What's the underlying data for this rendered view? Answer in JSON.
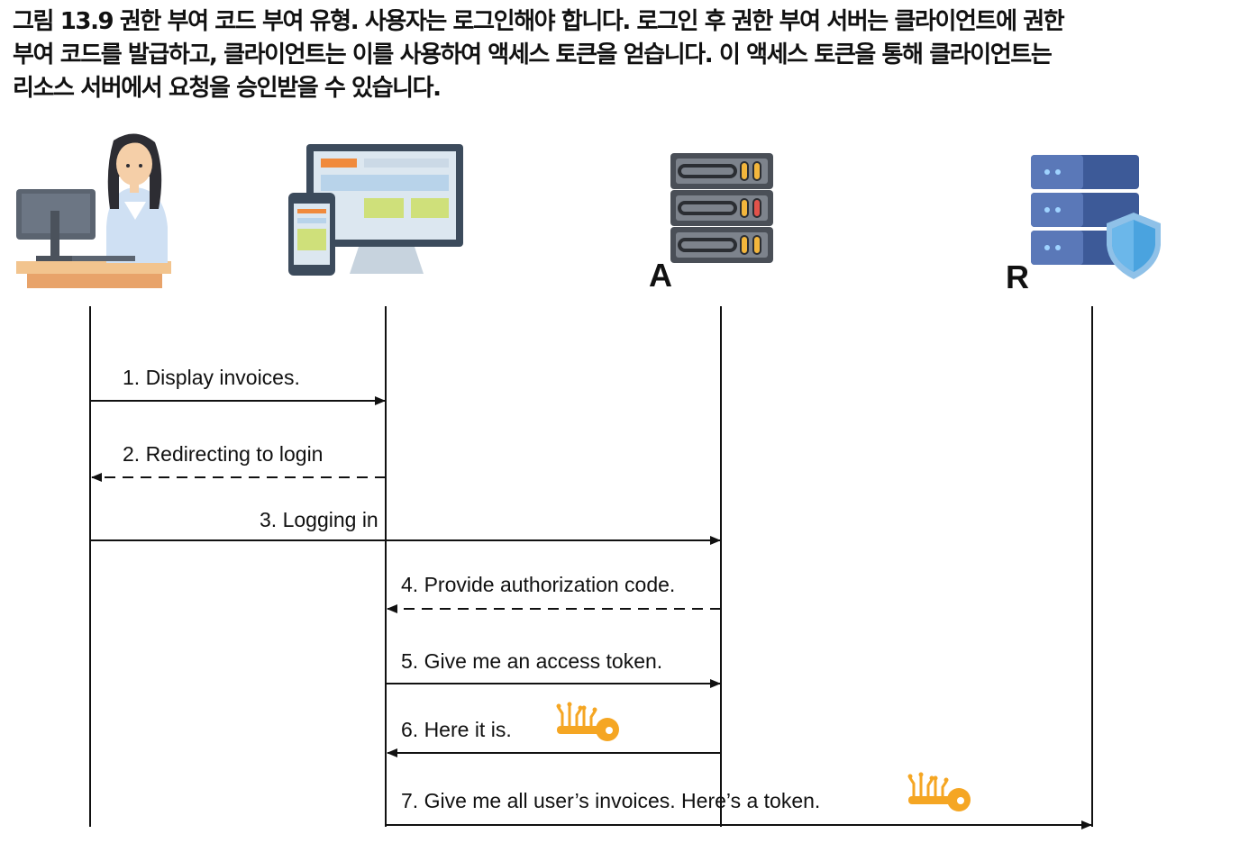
{
  "caption": {
    "line1": "그림 13.9 권한 부여 코드 부여 유형. 사용자는 로그인해야 합니다. 로그인 후 권한 부여 서버는 클라이언트에 권한",
    "line2": "부여 코드를 발급하고, 클라이언트는 이를 사용하여 액세스 토큰을 얻습니다. 이 액세스 토큰을 통해 클라이언트는",
    "line3": "리소스 서버에서 요청을 승인받을 수 있습니다."
  },
  "participants": [
    {
      "icon": "user-at-desk-icon",
      "label": ""
    },
    {
      "icon": "client-devices-icon",
      "label": ""
    },
    {
      "icon": "authorization-server-icon",
      "label": "A"
    },
    {
      "icon": "resource-server-icon",
      "label": "R"
    }
  ],
  "messages": [
    {
      "text": "1. Display invoices.",
      "style": "solid",
      "from": 0,
      "to": 1
    },
    {
      "text": "2. Redirecting to login",
      "style": "dashed",
      "from": 1,
      "to": 0
    },
    {
      "text": "3. Logging in",
      "style": "solid",
      "from": 0,
      "to": 2
    },
    {
      "text": "4. Provide authorization code.",
      "style": "dashed",
      "from": 2,
      "to": 1
    },
    {
      "text": "5. Give me an access token.",
      "style": "solid",
      "from": 1,
      "to": 2
    },
    {
      "text": "6. Here it is.",
      "style": "solid",
      "from": 2,
      "to": 1,
      "icon": "key-icon"
    },
    {
      "text": "7. Give me all user’s invoices. Here’s a token.",
      "style": "solid",
      "from": 1,
      "to": 3,
      "icon": "key-icon"
    }
  ],
  "colors": {
    "line": "#111111",
    "key": "#f5a623",
    "shield": "#4aa3df",
    "server_blue": "#3d5a98",
    "server_gray": "#4a4f57"
  }
}
